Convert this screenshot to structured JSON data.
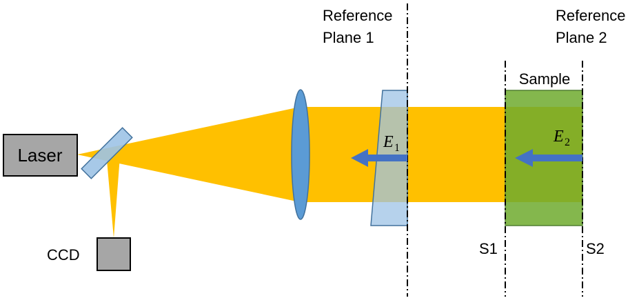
{
  "labels": {
    "ref_plane_1_line1": "Reference",
    "ref_plane_1_line2": "Plane 1",
    "ref_plane_2_line1": "Reference",
    "ref_plane_2_line2": "Plane 2",
    "sample": "Sample",
    "laser": "Laser",
    "ccd": "CCD",
    "s1": "S1",
    "s2": "S2",
    "field_1_symbol": "E",
    "field_1_subscript": "1",
    "field_2_symbol": "E",
    "field_2_subscript": "2"
  },
  "colors": {
    "beam": "#FFC000",
    "beam_edge": "#D9A300",
    "box_fill": "#A6A6A6",
    "box_stroke": "#000000",
    "optic_blue": "#5B9BD5",
    "optic_blue_light": "#9DC3E6",
    "optic_stroke": "#41719C",
    "sample_fill": "#6FAA2E",
    "sample_stroke": "#507E32",
    "arrow": "#4472C4",
    "dashdot": "#000000"
  }
}
